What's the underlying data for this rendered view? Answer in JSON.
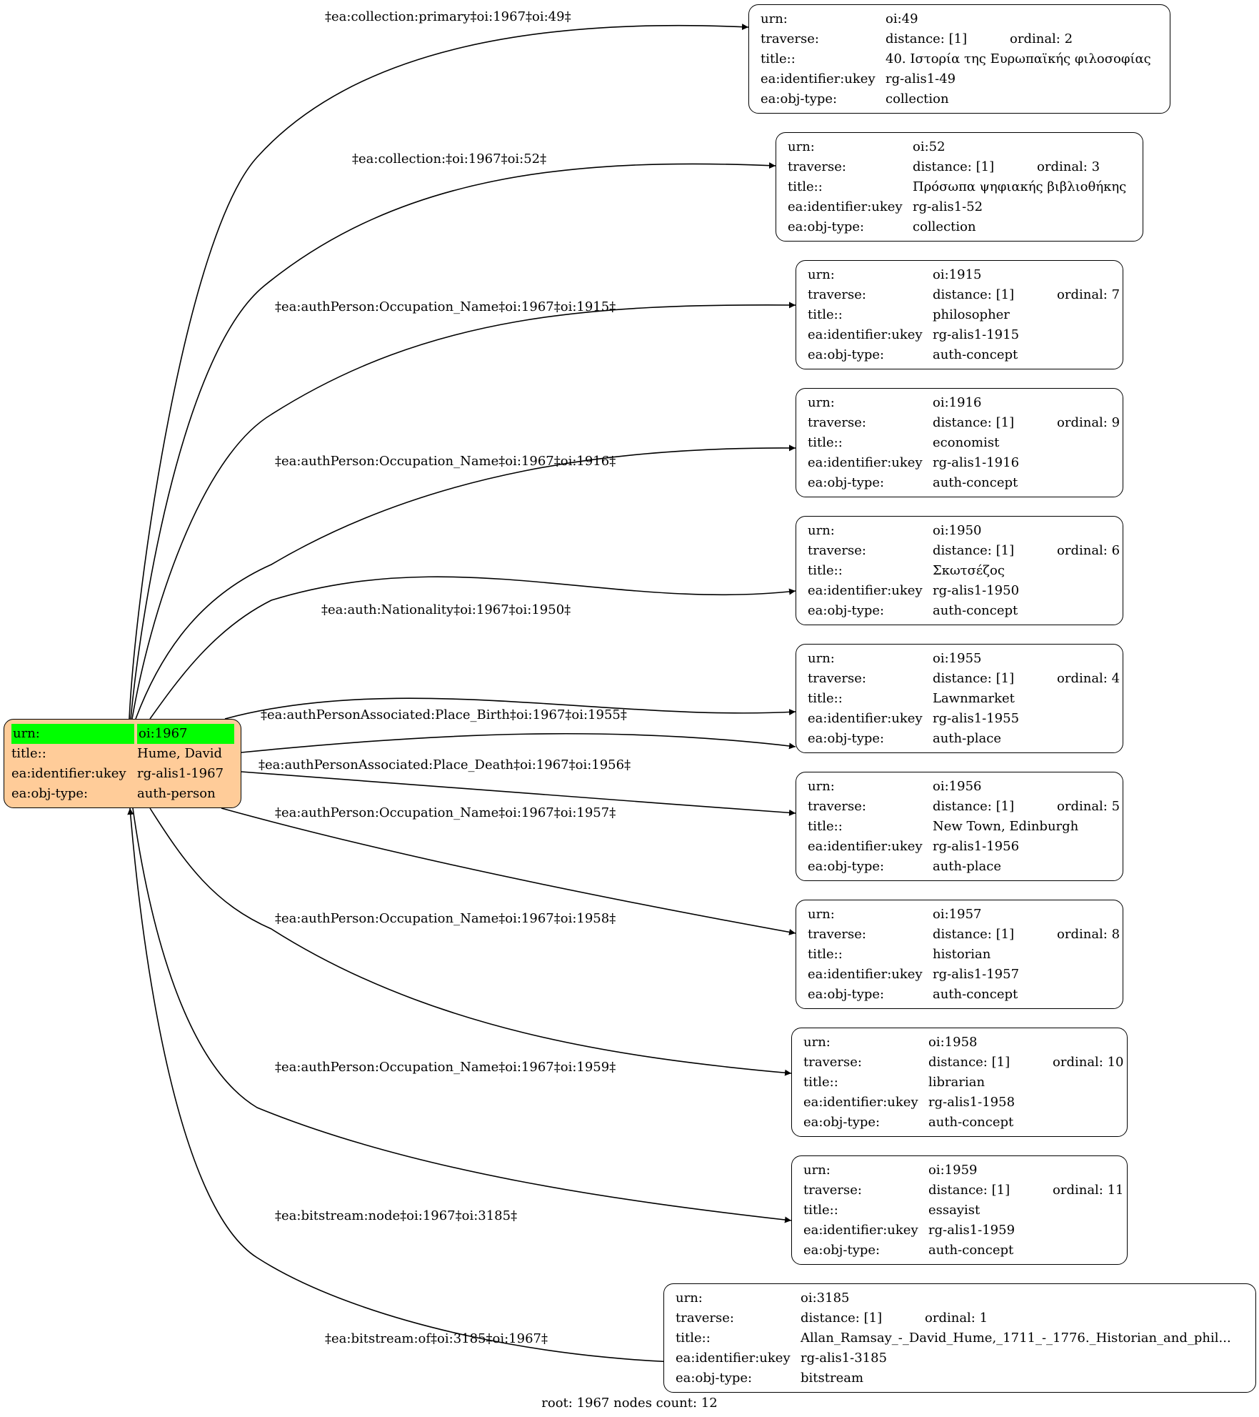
{
  "graph": {
    "root": {
      "rows": [
        {
          "key": "urn:",
          "value": "oi:1967"
        },
        {
          "key": "title::",
          "value": "Hume, David"
        },
        {
          "key": "ea:identifier:ukey",
          "value": "rg-alis1-1967"
        },
        {
          "key": "ea:obj-type:",
          "value": "auth-person"
        }
      ]
    },
    "nodes": [
      {
        "urn": "oi:49",
        "distance": "distance: [1]",
        "ordinal": "ordinal: 2",
        "title": "40. Ιστορία της Ευρωπαϊκής φιλοσοφίας",
        "ukey": "rg-alis1-49",
        "type": "collection"
      },
      {
        "urn": "oi:52",
        "distance": "distance: [1]",
        "ordinal": "ordinal: 3",
        "title": "Πρόσωπα ψηφιακής βιβλιοθήκης",
        "ukey": "rg-alis1-52",
        "type": "collection"
      },
      {
        "urn": "oi:1915",
        "distance": "distance: [1]",
        "ordinal": "ordinal: 7",
        "title": "philosopher",
        "ukey": "rg-alis1-1915",
        "type": "auth-concept"
      },
      {
        "urn": "oi:1916",
        "distance": "distance: [1]",
        "ordinal": "ordinal: 9",
        "title": "economist",
        "ukey": "rg-alis1-1916",
        "type": "auth-concept"
      },
      {
        "urn": "oi:1950",
        "distance": "distance: [1]",
        "ordinal": "ordinal: 6",
        "title": "Σκωτσέζος",
        "ukey": "rg-alis1-1950",
        "type": "auth-concept"
      },
      {
        "urn": "oi:1955",
        "distance": "distance: [1]",
        "ordinal": "ordinal: 4",
        "title": "Lawnmarket",
        "ukey": "rg-alis1-1955",
        "type": "auth-place"
      },
      {
        "urn": "oi:1956",
        "distance": "distance: [1]",
        "ordinal": "ordinal: 5",
        "title": "New Town, Edinburgh",
        "ukey": "rg-alis1-1956",
        "type": "auth-place"
      },
      {
        "urn": "oi:1957",
        "distance": "distance: [1]",
        "ordinal": "ordinal: 8",
        "title": "historian",
        "ukey": "rg-alis1-1957",
        "type": "auth-concept"
      },
      {
        "urn": "oi:1958",
        "distance": "distance: [1]",
        "ordinal": "ordinal: 10",
        "title": "librarian",
        "ukey": "rg-alis1-1958",
        "type": "auth-concept"
      },
      {
        "urn": "oi:1959",
        "distance": "distance: [1]",
        "ordinal": "ordinal: 11",
        "title": "essayist",
        "ukey": "rg-alis1-1959",
        "type": "auth-concept"
      },
      {
        "urn": "oi:3185",
        "distance": "distance: [1]",
        "ordinal": "ordinal: 1",
        "title": "Allan_Ramsay_-_David_Hume,_1711_-_1776._Historian_and_phil...",
        "ukey": "rg-alis1-3185",
        "type": "bitstream"
      }
    ],
    "keys": {
      "urn": "urn:",
      "traverse": "traverse:",
      "title": "title::",
      "ukey": "ea:identifier:ukey",
      "type": "ea:obj-type:"
    },
    "edges": [
      "‡ea:collection:primary‡oi:1967‡oi:49‡",
      "‡ea:collection:‡oi:1967‡oi:52‡",
      "‡ea:authPerson:Occupation_Name‡oi:1967‡oi:1915‡",
      "‡ea:authPerson:Occupation_Name‡oi:1967‡oi:1916‡",
      "‡ea:auth:Nationality‡oi:1967‡oi:1950‡",
      "‡ea:authPersonAssociated:Place_Birth‡oi:1967‡oi:1955‡",
      "‡ea:authPersonAssociated:Place_Death‡oi:1967‡oi:1956‡",
      "‡ea:authPerson:Occupation_Name‡oi:1967‡oi:1957‡",
      "‡ea:authPerson:Occupation_Name‡oi:1967‡oi:1958‡",
      "‡ea:authPerson:Occupation_Name‡oi:1967‡oi:1959‡",
      "‡ea:bitstream:node‡oi:1967‡oi:3185‡",
      "‡ea:bitstream:of‡oi:3185‡oi:1967‡"
    ],
    "footer": "root: 1967 nodes count: 12",
    "colors": {
      "root_fill": "#ffcc99",
      "root_highlight": "#00ff00",
      "stroke": "#000000"
    }
  }
}
